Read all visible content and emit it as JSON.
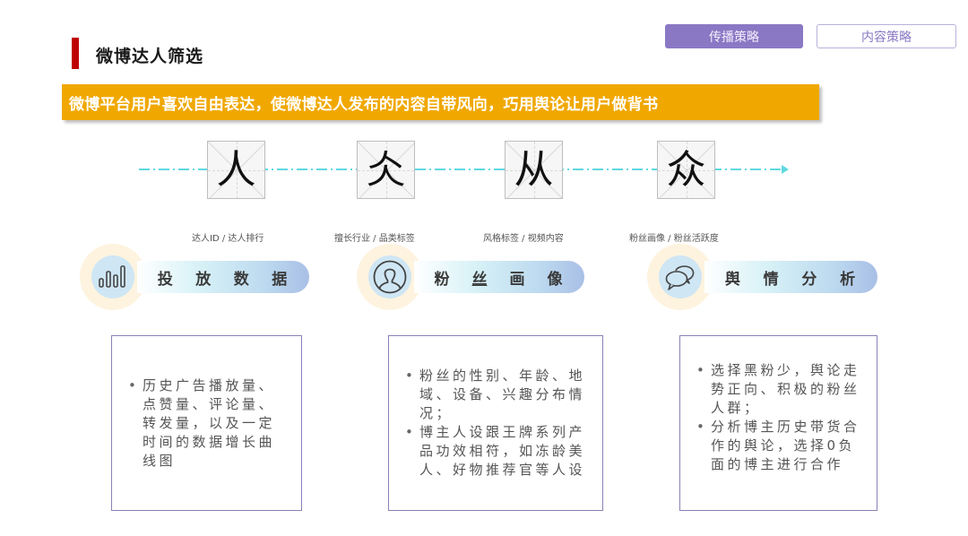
{
  "header": {
    "title": "微博达人筛选",
    "accent_color": "#c00000"
  },
  "tabs": [
    {
      "label": "传播策略",
      "active": true
    },
    {
      "label": "内容策略",
      "active": false
    }
  ],
  "banner": {
    "text": "微博平台用户喜欢自由表达，使微博达人发布的内容自带风向，巧用舆论让用户做背书",
    "color": "#f0a800"
  },
  "flow": {
    "characters": [
      "人",
      "仌",
      "从",
      "众"
    ],
    "line_color": "#5fd9e0"
  },
  "tag_labels": [
    "达人ID / 达人排行",
    "擅长行业 / 品类标签",
    "风格标签 / 视频内容",
    "粉丝画像 / 粉丝活跃度"
  ],
  "categories": [
    {
      "icon": "bar-chart-icon",
      "chars": [
        "投",
        "放",
        "数",
        "据"
      ],
      "bullets": [
        "历史广告播放量、点赞量、评论量、转发量，以及一定时间的数据增长曲线图"
      ]
    },
    {
      "icon": "user-profile-icon",
      "chars": [
        "粉",
        "丝",
        "画",
        "像"
      ],
      "bullets": [
        "粉丝的性别、年龄、地域、设备、兴趣分布情况；",
        "博主人设跟王牌系列产品功效相符，如冻龄美人、好物推荐官等人设"
      ]
    },
    {
      "icon": "chat-bubbles-icon",
      "chars": [
        "舆",
        "情",
        "分",
        "析"
      ],
      "bullets": [
        "选择黑粉少，舆论走势正向、积极的粉丝人群；",
        "分析博主历史带货合作的舆论，选择0负面的博主进行合作"
      ]
    }
  ]
}
